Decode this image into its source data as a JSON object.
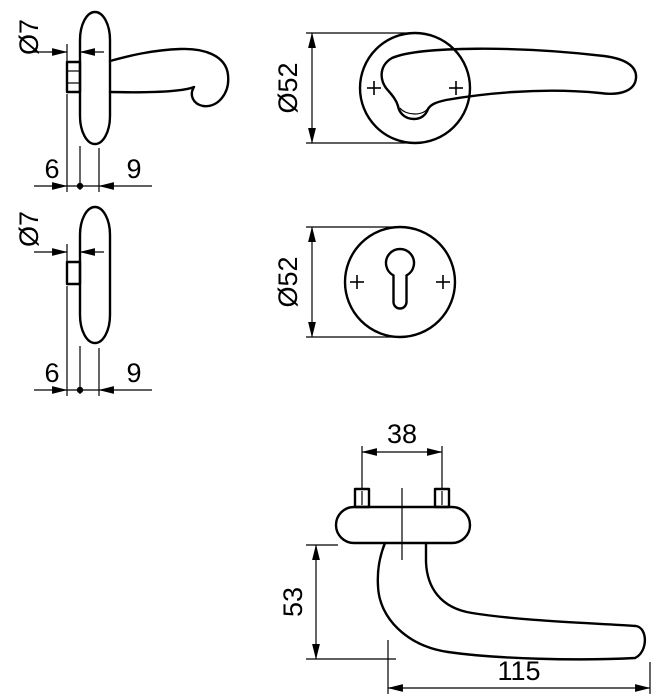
{
  "colors": {
    "ink": "#000000",
    "background": "#ffffff"
  },
  "views": {
    "lever_rose_side": {
      "diameter_label": "Ø7",
      "dim_small": "6",
      "dim_large": "9"
    },
    "escutcheon_side": {
      "diameter_label": "Ø7",
      "dim_small": "6",
      "dim_large": "9"
    },
    "lever_rose_front": {
      "diameter_label": "Ø52"
    },
    "escutcheon_front": {
      "diameter_label": "Ø52"
    },
    "lever_top": {
      "screw_spacing": "38",
      "grip_height": "53",
      "lever_length": "115"
    }
  }
}
